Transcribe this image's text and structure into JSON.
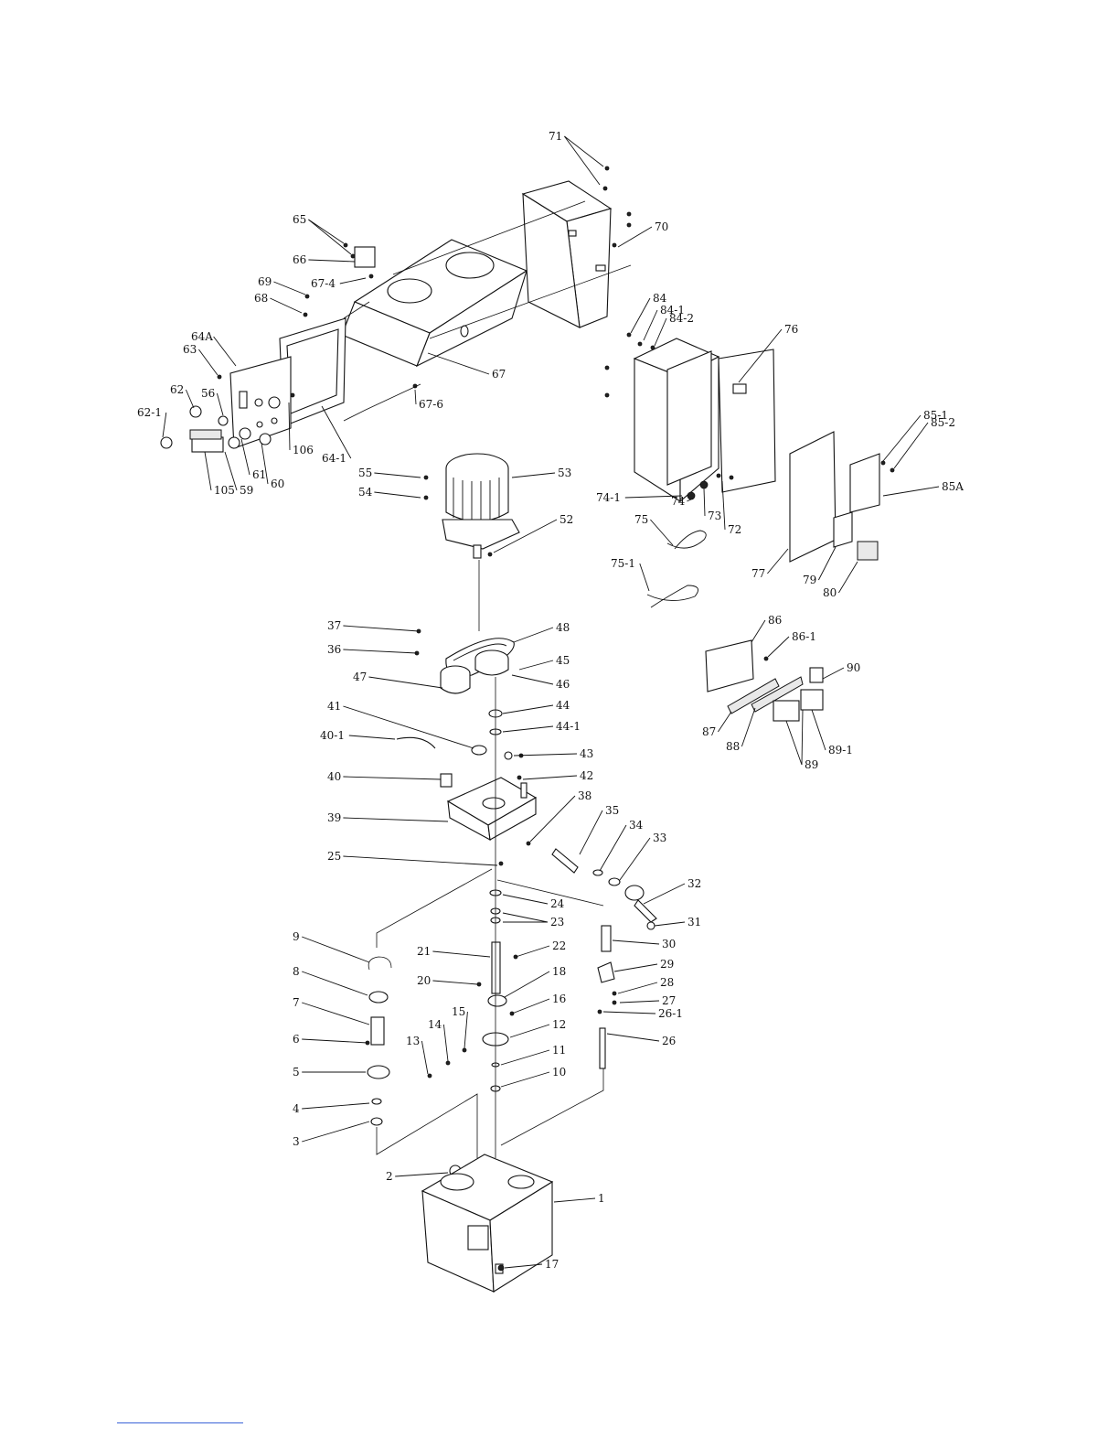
{
  "diagram": {
    "type": "exploded-parts-view",
    "labels": [
      "1",
      "2",
      "3",
      "4",
      "5",
      "6",
      "7",
      "8",
      "9",
      "10",
      "11",
      "12",
      "13",
      "14",
      "15",
      "16",
      "17",
      "18",
      "20",
      "21",
      "22",
      "23",
      "24",
      "25",
      "26",
      "26-1",
      "27",
      "28",
      "29",
      "30",
      "31",
      "32",
      "33",
      "34",
      "35",
      "36",
      "37",
      "38",
      "39",
      "40",
      "40-1",
      "41",
      "42",
      "43",
      "44",
      "44-1",
      "45",
      "46",
      "47",
      "48",
      "52",
      "53",
      "54",
      "55",
      "56",
      "59",
      "60",
      "61",
      "62",
      "62-1",
      "63",
      "64A",
      "64-1",
      "65",
      "66",
      "67",
      "67-4",
      "67-6",
      "68",
      "69",
      "70",
      "71",
      "72",
      "73",
      "74",
      "74-1",
      "75",
      "75-1",
      "76",
      "77",
      "79",
      "80",
      "84",
      "84-1",
      "84-2",
      "85-1",
      "85-2",
      "85A",
      "86",
      "86-1",
      "87",
      "88",
      "89",
      "89-1",
      "90",
      "105",
      "106"
    ]
  },
  "colors": {
    "ink": "#111111",
    "footer_rule": "#3a63d8"
  }
}
